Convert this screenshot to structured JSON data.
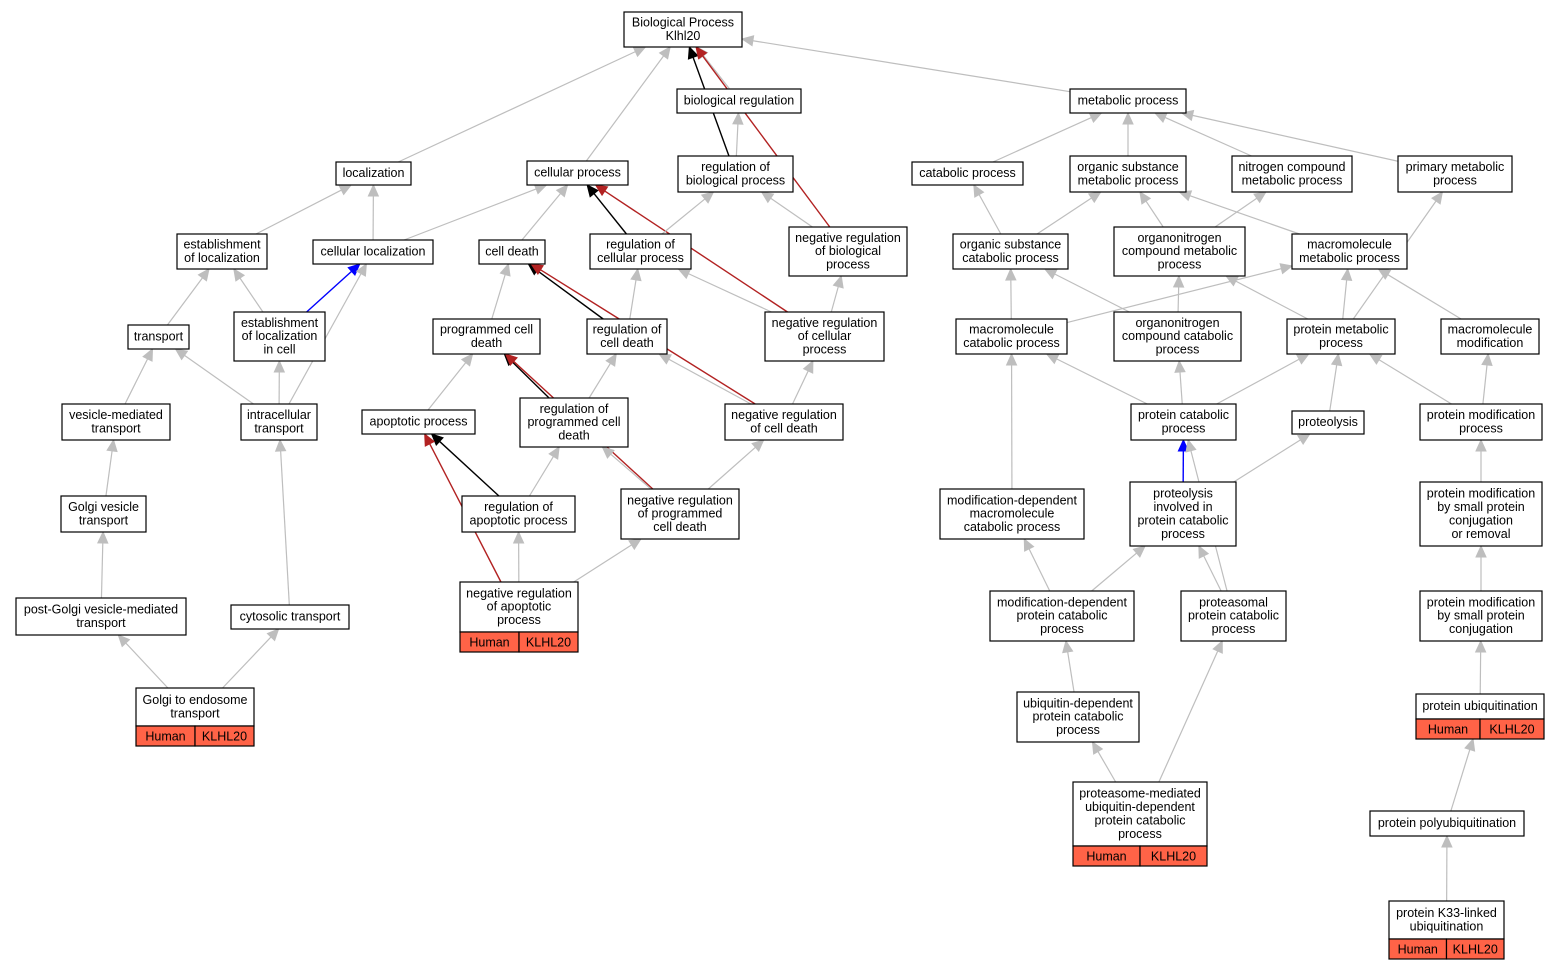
{
  "diagram": {
    "nodes": [
      {
        "id": "root",
        "lines": [
          "Biological Process",
          "Klhl20"
        ]
      },
      {
        "id": "bioreg",
        "lines": [
          "biological regulation"
        ]
      },
      {
        "id": "metab",
        "lines": [
          "metabolic process"
        ]
      },
      {
        "id": "local",
        "lines": [
          "localization"
        ]
      },
      {
        "id": "cellproc",
        "lines": [
          "cellular process"
        ]
      },
      {
        "id": "regbio",
        "lines": [
          "regulation of",
          "biological process"
        ]
      },
      {
        "id": "catab",
        "lines": [
          "catabolic process"
        ]
      },
      {
        "id": "orgmet",
        "lines": [
          "organic substance",
          "metabolic process"
        ]
      },
      {
        "id": "nitmet",
        "lines": [
          "nitrogen compound",
          "metabolic process"
        ]
      },
      {
        "id": "primet",
        "lines": [
          "primary metabolic",
          "process"
        ]
      },
      {
        "id": "estloc",
        "lines": [
          "establishment",
          "of localization"
        ]
      },
      {
        "id": "cellloc",
        "lines": [
          "cellular localization"
        ]
      },
      {
        "id": "celldeath",
        "lines": [
          "cell death"
        ]
      },
      {
        "id": "regcell",
        "lines": [
          "regulation of",
          "cellular process"
        ]
      },
      {
        "id": "negregbio",
        "lines": [
          "negative regulation",
          "of biological",
          "process"
        ]
      },
      {
        "id": "orgcat",
        "lines": [
          "organic substance",
          "catabolic process"
        ]
      },
      {
        "id": "orgnitmet",
        "lines": [
          "organonitrogen",
          "compound metabolic",
          "process"
        ]
      },
      {
        "id": "macmet",
        "lines": [
          "macromolecule",
          "metabolic process"
        ]
      },
      {
        "id": "transport",
        "lines": [
          "transport"
        ]
      },
      {
        "id": "estloccell",
        "lines": [
          "establishment",
          "of localization",
          "in cell"
        ]
      },
      {
        "id": "pcd",
        "lines": [
          "programmed cell",
          "death"
        ]
      },
      {
        "id": "regcd",
        "lines": [
          "regulation of",
          "cell death"
        ]
      },
      {
        "id": "negregcell",
        "lines": [
          "negative regulation",
          "of cellular",
          "process"
        ]
      },
      {
        "id": "maccat",
        "lines": [
          "macromolecule",
          "catabolic process"
        ]
      },
      {
        "id": "orgnitcat",
        "lines": [
          "organonitrogen",
          "compound catabolic",
          "process"
        ]
      },
      {
        "id": "protmet",
        "lines": [
          "protein metabolic",
          "process"
        ]
      },
      {
        "id": "macmod",
        "lines": [
          "macromolecule",
          "modification"
        ]
      },
      {
        "id": "vesmed",
        "lines": [
          "vesicle-mediated",
          "transport"
        ]
      },
      {
        "id": "intra",
        "lines": [
          "intracellular",
          "transport"
        ]
      },
      {
        "id": "apop",
        "lines": [
          "apoptotic process"
        ]
      },
      {
        "id": "regpcd",
        "lines": [
          "regulation of",
          "programmed cell",
          "death"
        ]
      },
      {
        "id": "negregcd",
        "lines": [
          "negative regulation",
          "of cell death"
        ]
      },
      {
        "id": "protcat",
        "lines": [
          "protein catabolic",
          "process"
        ]
      },
      {
        "id": "proteolysis",
        "lines": [
          "proteolysis"
        ]
      },
      {
        "id": "protmod",
        "lines": [
          "protein modification",
          "process"
        ]
      },
      {
        "id": "golgives",
        "lines": [
          "Golgi vesicle",
          "transport"
        ]
      },
      {
        "id": "regapop",
        "lines": [
          "regulation of",
          "apoptotic process"
        ]
      },
      {
        "id": "negregpcd",
        "lines": [
          "negative regulation",
          "of programmed",
          "cell death"
        ]
      },
      {
        "id": "moddepmac",
        "lines": [
          "modification-dependent",
          "macromolecule",
          "catabolic process"
        ]
      },
      {
        "id": "protinv",
        "lines": [
          "proteolysis",
          "involved in",
          "protein catabolic",
          "process"
        ]
      },
      {
        "id": "protmodsmall",
        "lines": [
          "protein modification",
          "by small protein",
          "conjugation",
          "or removal"
        ]
      },
      {
        "id": "postgolgi",
        "lines": [
          "post-Golgi vesicle-mediated",
          "transport"
        ]
      },
      {
        "id": "cytotrans",
        "lines": [
          "cytosolic transport"
        ]
      },
      {
        "id": "negregapop",
        "lines": [
          "negative regulation",
          "of apoptotic",
          "process"
        ],
        "annot": [
          "Human",
          "KLHL20"
        ]
      },
      {
        "id": "moddepprot",
        "lines": [
          "modification-dependent",
          "protein catabolic",
          "process"
        ]
      },
      {
        "id": "proteasomal",
        "lines": [
          "proteasomal",
          "protein catabolic",
          "process"
        ]
      },
      {
        "id": "protmodconj",
        "lines": [
          "protein modification",
          "by small protein",
          "conjugation"
        ]
      },
      {
        "id": "ubidep",
        "lines": [
          "ubiquitin-dependent",
          "protein catabolic",
          "process"
        ]
      },
      {
        "id": "golgiendo",
        "lines": [
          "Golgi to endosome",
          "transport"
        ],
        "annot": [
          "Human",
          "KLHL20"
        ]
      },
      {
        "id": "protubi",
        "lines": [
          "protein ubiquitination"
        ],
        "annot": [
          "Human",
          "KLHL20"
        ]
      },
      {
        "id": "protpolyubi",
        "lines": [
          "protein polyubiquitination"
        ]
      },
      {
        "id": "proteasomemed",
        "lines": [
          "proteasome-mediated",
          "ubiquitin-dependent",
          "protein catabolic",
          "process"
        ],
        "annot": [
          "Human",
          "KLHL20"
        ]
      },
      {
        "id": "k33",
        "lines": [
          "protein K33-linked",
          "ubiquitination"
        ],
        "annot": [
          "Human",
          "KLHL20"
        ]
      }
    ],
    "edges": [
      {
        "from": "local",
        "to": "root",
        "color": "gray"
      },
      {
        "from": "cellproc",
        "to": "root",
        "color": "gray"
      },
      {
        "from": "bioreg",
        "to": "root",
        "color": "gray"
      },
      {
        "from": "metab",
        "to": "root",
        "color": "gray"
      },
      {
        "from": "regbio",
        "to": "root",
        "color": "black"
      },
      {
        "from": "negregbio",
        "to": "root",
        "color": "red"
      },
      {
        "from": "regbio",
        "to": "bioreg",
        "color": "gray"
      },
      {
        "from": "estloc",
        "to": "local",
        "color": "gray"
      },
      {
        "from": "cellloc",
        "to": "local",
        "color": "gray"
      },
      {
        "from": "cellloc",
        "to": "cellproc",
        "color": "gray"
      },
      {
        "from": "celldeath",
        "to": "cellproc",
        "color": "gray"
      },
      {
        "from": "regcell",
        "to": "cellproc",
        "color": "black"
      },
      {
        "from": "negregcell",
        "to": "cellproc",
        "color": "red"
      },
      {
        "from": "regcell",
        "to": "regbio",
        "color": "gray"
      },
      {
        "from": "negregbio",
        "to": "regbio",
        "color": "gray"
      },
      {
        "from": "catab",
        "to": "metab",
        "color": "gray"
      },
      {
        "from": "orgmet",
        "to": "metab",
        "color": "gray"
      },
      {
        "from": "nitmet",
        "to": "metab",
        "color": "gray"
      },
      {
        "from": "primet",
        "to": "metab",
        "color": "gray"
      },
      {
        "from": "orgcat",
        "to": "catab",
        "color": "gray"
      },
      {
        "from": "orgcat",
        "to": "orgmet",
        "color": "gray"
      },
      {
        "from": "orgnitmet",
        "to": "orgmet",
        "color": "gray"
      },
      {
        "from": "macmet",
        "to": "orgmet",
        "color": "gray"
      },
      {
        "from": "orgnitmet",
        "to": "nitmet",
        "color": "gray"
      },
      {
        "from": "transport",
        "to": "estloc",
        "color": "gray"
      },
      {
        "from": "estloccell",
        "to": "estloc",
        "color": "gray"
      },
      {
        "from": "estloccell",
        "to": "cellloc",
        "color": "blue"
      },
      {
        "from": "intra",
        "to": "cellloc",
        "color": "gray"
      },
      {
        "from": "pcd",
        "to": "celldeath",
        "color": "gray"
      },
      {
        "from": "regcd",
        "to": "celldeath",
        "color": "black"
      },
      {
        "from": "negregcd",
        "to": "celldeath",
        "color": "red"
      },
      {
        "from": "regcd",
        "to": "regcell",
        "color": "gray"
      },
      {
        "from": "negregcell",
        "to": "regcell",
        "color": "gray"
      },
      {
        "from": "negregcell",
        "to": "negregbio",
        "color": "gray"
      },
      {
        "from": "maccat",
        "to": "orgcat",
        "color": "gray"
      },
      {
        "from": "orgnitcat",
        "to": "orgcat",
        "color": "gray"
      },
      {
        "from": "orgnitcat",
        "to": "orgnitmet",
        "color": "gray"
      },
      {
        "from": "protmet",
        "to": "orgnitmet",
        "color": "gray"
      },
      {
        "from": "maccat",
        "to": "macmet",
        "color": "gray"
      },
      {
        "from": "protmet",
        "to": "macmet",
        "color": "gray"
      },
      {
        "from": "macmod",
        "to": "macmet",
        "color": "gray"
      },
      {
        "from": "protmet",
        "to": "primet",
        "color": "gray"
      },
      {
        "from": "vesmed",
        "to": "transport",
        "color": "gray"
      },
      {
        "from": "intra",
        "to": "transport",
        "color": "gray"
      },
      {
        "from": "intra",
        "to": "estloccell",
        "color": "gray"
      },
      {
        "from": "apop",
        "to": "pcd",
        "color": "gray"
      },
      {
        "from": "regpcd",
        "to": "pcd",
        "color": "black"
      },
      {
        "from": "negregpcd",
        "to": "pcd",
        "color": "red"
      },
      {
        "from": "regpcd",
        "to": "regcd",
        "color": "gray"
      },
      {
        "from": "negregcd",
        "to": "regcd",
        "color": "gray"
      },
      {
        "from": "negregcd",
        "to": "negregcell",
        "color": "gray"
      },
      {
        "from": "moddepmac",
        "to": "maccat",
        "color": "gray"
      },
      {
        "from": "protcat",
        "to": "maccat",
        "color": "gray"
      },
      {
        "from": "protcat",
        "to": "orgnitcat",
        "color": "gray"
      },
      {
        "from": "protcat",
        "to": "protmet",
        "color": "gray"
      },
      {
        "from": "proteolysis",
        "to": "protmet",
        "color": "gray"
      },
      {
        "from": "protmod",
        "to": "protmet",
        "color": "gray"
      },
      {
        "from": "protmod",
        "to": "macmod",
        "color": "gray"
      },
      {
        "from": "golgives",
        "to": "vesmed",
        "color": "gray"
      },
      {
        "from": "regapop",
        "to": "apop",
        "color": "black"
      },
      {
        "from": "negregapop",
        "to": "apop",
        "color": "red"
      },
      {
        "from": "regapop",
        "to": "regpcd",
        "color": "gray"
      },
      {
        "from": "negregpcd",
        "to": "regpcd",
        "color": "gray"
      },
      {
        "from": "negregpcd",
        "to": "negregcd",
        "color": "gray"
      },
      {
        "from": "protinv",
        "to": "protcat",
        "color": "blue"
      },
      {
        "from": "proteasomal",
        "to": "protcat",
        "color": "gray"
      },
      {
        "from": "protinv",
        "to": "proteolysis",
        "color": "gray"
      },
      {
        "from": "protmodsmall",
        "to": "protmod",
        "color": "gray"
      },
      {
        "from": "postgolgi",
        "to": "golgives",
        "color": "gray"
      },
      {
        "from": "cytotrans",
        "to": "intra",
        "color": "gray"
      },
      {
        "from": "negregapop",
        "to": "regapop",
        "color": "gray"
      },
      {
        "from": "negregapop",
        "to": "negregpcd",
        "color": "gray"
      },
      {
        "from": "moddepprot",
        "to": "moddepmac",
        "color": "gray"
      },
      {
        "from": "moddepprot",
        "to": "protinv",
        "color": "gray"
      },
      {
        "from": "proteasomal",
        "to": "protinv",
        "color": "gray"
      },
      {
        "from": "protmodconj",
        "to": "protmodsmall",
        "color": "gray"
      },
      {
        "from": "ubidep",
        "to": "moddepprot",
        "color": "gray"
      },
      {
        "from": "golgiendo",
        "to": "postgolgi",
        "color": "gray"
      },
      {
        "from": "golgiendo",
        "to": "cytotrans",
        "color": "gray"
      },
      {
        "from": "protubi",
        "to": "protmodconj",
        "color": "gray"
      },
      {
        "from": "protpolyubi",
        "to": "protubi",
        "color": "gray"
      },
      {
        "from": "proteasomemed",
        "to": "ubidep",
        "color": "gray"
      },
      {
        "from": "proteasomemed",
        "to": "proteasomal",
        "color": "gray"
      },
      {
        "from": "k33",
        "to": "protpolyubi",
        "color": "gray"
      }
    ]
  },
  "colors": {
    "gray": "#bebebe",
    "black": "#000000",
    "red": "#b22222",
    "blue": "#0000ff",
    "annotation_fill": "#ff6347"
  }
}
